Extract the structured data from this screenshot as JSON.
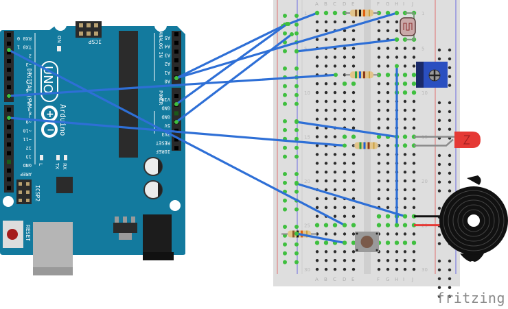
{
  "title": "Arduino Uno breadboard circuit (Fritzing)",
  "watermark": "fritzing",
  "colors": {
    "board": "#137a9e",
    "board_edge": "#0f6a8a",
    "wire": "#2e6fd6",
    "breadboard": "#dedede",
    "breadboard_center": "#cfcfcf",
    "hole": "#2b2b2b",
    "hole_active": "#3fbf3f",
    "rail_red": "#e07070",
    "rail_blue": "#6a6ae0",
    "led": "#e53935",
    "buzzer": "#111111",
    "pot": "#2a4fc0"
  },
  "arduino": {
    "logo_text": "UNO",
    "brand_text": "Arduino",
    "digital_label": "DIGITAL (PWM= ~)",
    "analog_label": "ANALOG IN",
    "power_label": "POWER",
    "icsp_label": "ICSP",
    "icsp2_label": "ICSP2",
    "reset_label": "RESET",
    "on_label": "ON",
    "led_labels": [
      "L",
      "TX",
      "RX"
    ],
    "digital_pins_top": [
      "RX0 0",
      "TX0 1",
      "2",
      "~3",
      "4",
      "~5",
      "~6",
      "7"
    ],
    "digital_pins_bottom": [
      "8",
      "~9",
      "~10",
      "~11",
      "12",
      "13",
      "GND",
      "AREF",
      "",
      ""
    ],
    "analog_pins": [
      "A5",
      "A4",
      "A3",
      "A2",
      "A1",
      "A0"
    ],
    "power_pins": [
      "VIN",
      "GND",
      "GND",
      "5V",
      "3V3",
      "RESET",
      "IOREF"
    ]
  },
  "breadboard": {
    "columns_left": [
      "A",
      "B",
      "C",
      "D",
      "E"
    ],
    "columns_right": [
      "F",
      "G",
      "H",
      "I",
      "J"
    ],
    "row_labels": [
      "1",
      "5",
      "10",
      "15",
      "20",
      "25",
      "30"
    ],
    "rows": 30
  },
  "components": [
    {
      "name": "resistor-1",
      "label": "Resistor",
      "bands": [
        "#8b5a2b",
        "#111111",
        "#e06010"
      ]
    },
    {
      "name": "photoresistor",
      "label": "Photoresistor (LDR)"
    },
    {
      "name": "resistor-2",
      "label": "Resistor",
      "bands": [
        "#2e9e3e",
        "#1f5fd6",
        "#8b3a1a"
      ]
    },
    {
      "name": "potentiometer",
      "label": "Trimmer potentiometer"
    },
    {
      "name": "resistor-3",
      "label": "Resistor",
      "bands": [
        "#2e9e3e",
        "#1f5fd6",
        "#8b3a1a"
      ]
    },
    {
      "name": "led",
      "label": "Red LED"
    },
    {
      "name": "resistor-4",
      "label": "Resistor",
      "bands": [
        "#8b5a2b",
        "#111111",
        "#e06010"
      ]
    },
    {
      "name": "pushbutton",
      "label": "Pushbutton"
    },
    {
      "name": "piezo-buzzer",
      "label": "Piezo buzzer"
    }
  ]
}
